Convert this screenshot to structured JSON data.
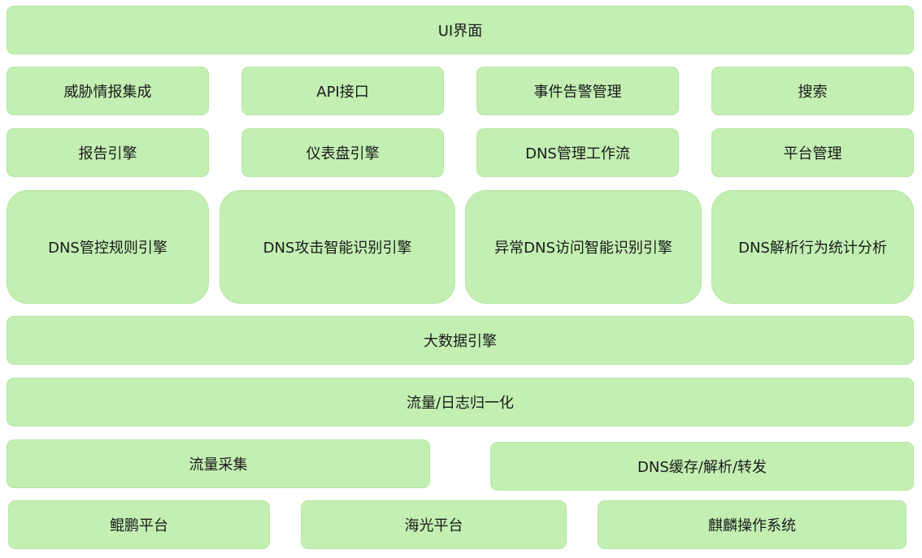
{
  "layers": {
    "ui": "UI界面",
    "row2": [
      "威胁情报集成",
      "API接口",
      "事件告警管理",
      "搜索"
    ],
    "row3": [
      "报告引擎",
      "仪表盘引擎",
      "DNS管理工作流",
      "平台管理"
    ],
    "row4": [
      "DNS管控规则引擎",
      "DNS攻击智能识别引擎",
      "异常DNS访问智能识别引擎",
      "DNS解析行为统计分析"
    ],
    "bigdata": "大数据引擎",
    "normalize": "流量/日志归一化",
    "row7": [
      "流量采集",
      "DNS缓存/解析/转发"
    ],
    "row8": [
      "鲲鹏平台",
      "海光平台",
      "麒麟操作系统"
    ]
  },
  "colors": {
    "box_fill": "#c3efb3",
    "text": "#1a1a1a"
  }
}
